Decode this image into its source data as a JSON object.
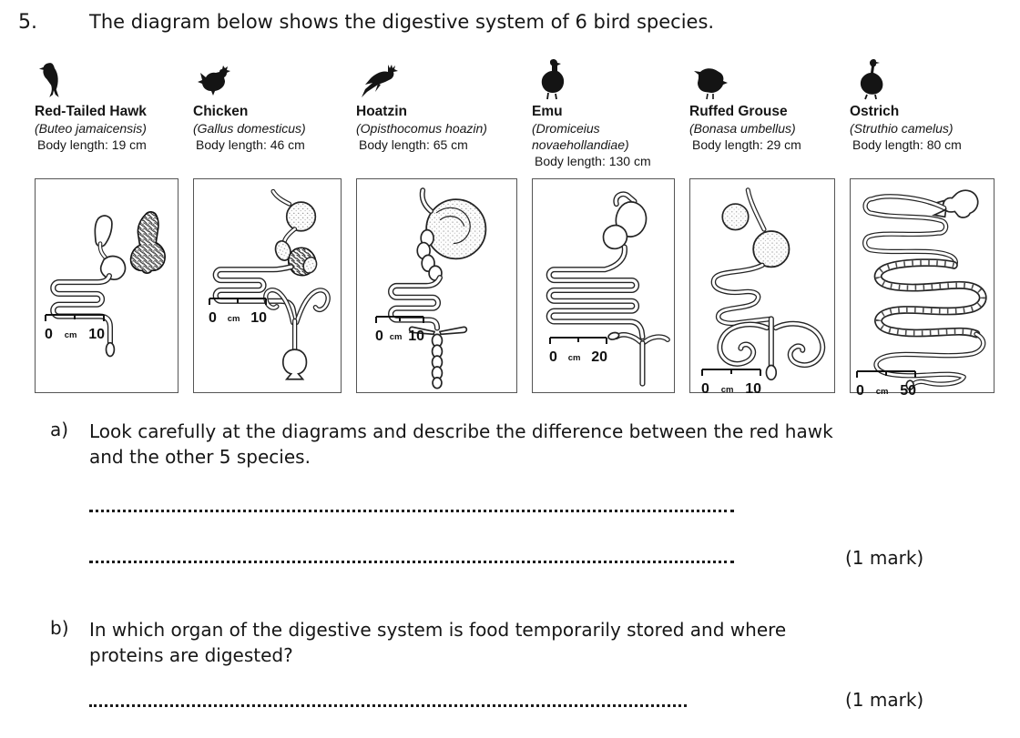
{
  "page": {
    "question_number": "5.",
    "title": "The diagram below shows the digestive system of 6 bird species."
  },
  "birds": [
    {
      "name": "Red-Tailed Hawk",
      "scientific_name": "(Buteo jamaicensis)",
      "body_length": "Body length: 19 cm",
      "scale": {
        "start": "0",
        "unit": "cm",
        "end": "10"
      }
    },
    {
      "name": "Chicken",
      "scientific_name": "(Gallus domesticus)",
      "body_length": "Body length: 46 cm",
      "scale": {
        "start": "0",
        "unit": "cm",
        "end": "10"
      }
    },
    {
      "name": "Hoatzin",
      "scientific_name": "(Opisthocomus hoazin)",
      "body_length": "Body length: 65 cm",
      "scale": {
        "start": "0",
        "unit": "cm",
        "end": "10"
      }
    },
    {
      "name": "Emu",
      "scientific_name": "(Dromiceius novaehollandiae)",
      "body_length": "Body length: 130 cm",
      "scale": {
        "start": "0",
        "unit": "cm",
        "end": "20"
      }
    },
    {
      "name": "Ruffed Grouse",
      "scientific_name": "(Bonasa umbellus)",
      "body_length": "Body length: 29 cm",
      "scale": {
        "start": "0",
        "unit": "cm",
        "end": "10"
      }
    },
    {
      "name": "Ostrich",
      "scientific_name": "(Struthio camelus)",
      "body_length": "Body length: 80 cm",
      "scale": {
        "start": "0",
        "unit": "cm",
        "end": "50"
      }
    }
  ],
  "questions": [
    {
      "label": "a)",
      "text": "Look carefully at the diagrams and describe the difference between the red hawk and the other 5 species.",
      "marks": "(1 mark)"
    },
    {
      "label": "b)",
      "text": "In which organ of the digestive system is food temporarily stored and where proteins are digested?",
      "marks": "(1 mark)"
    }
  ]
}
